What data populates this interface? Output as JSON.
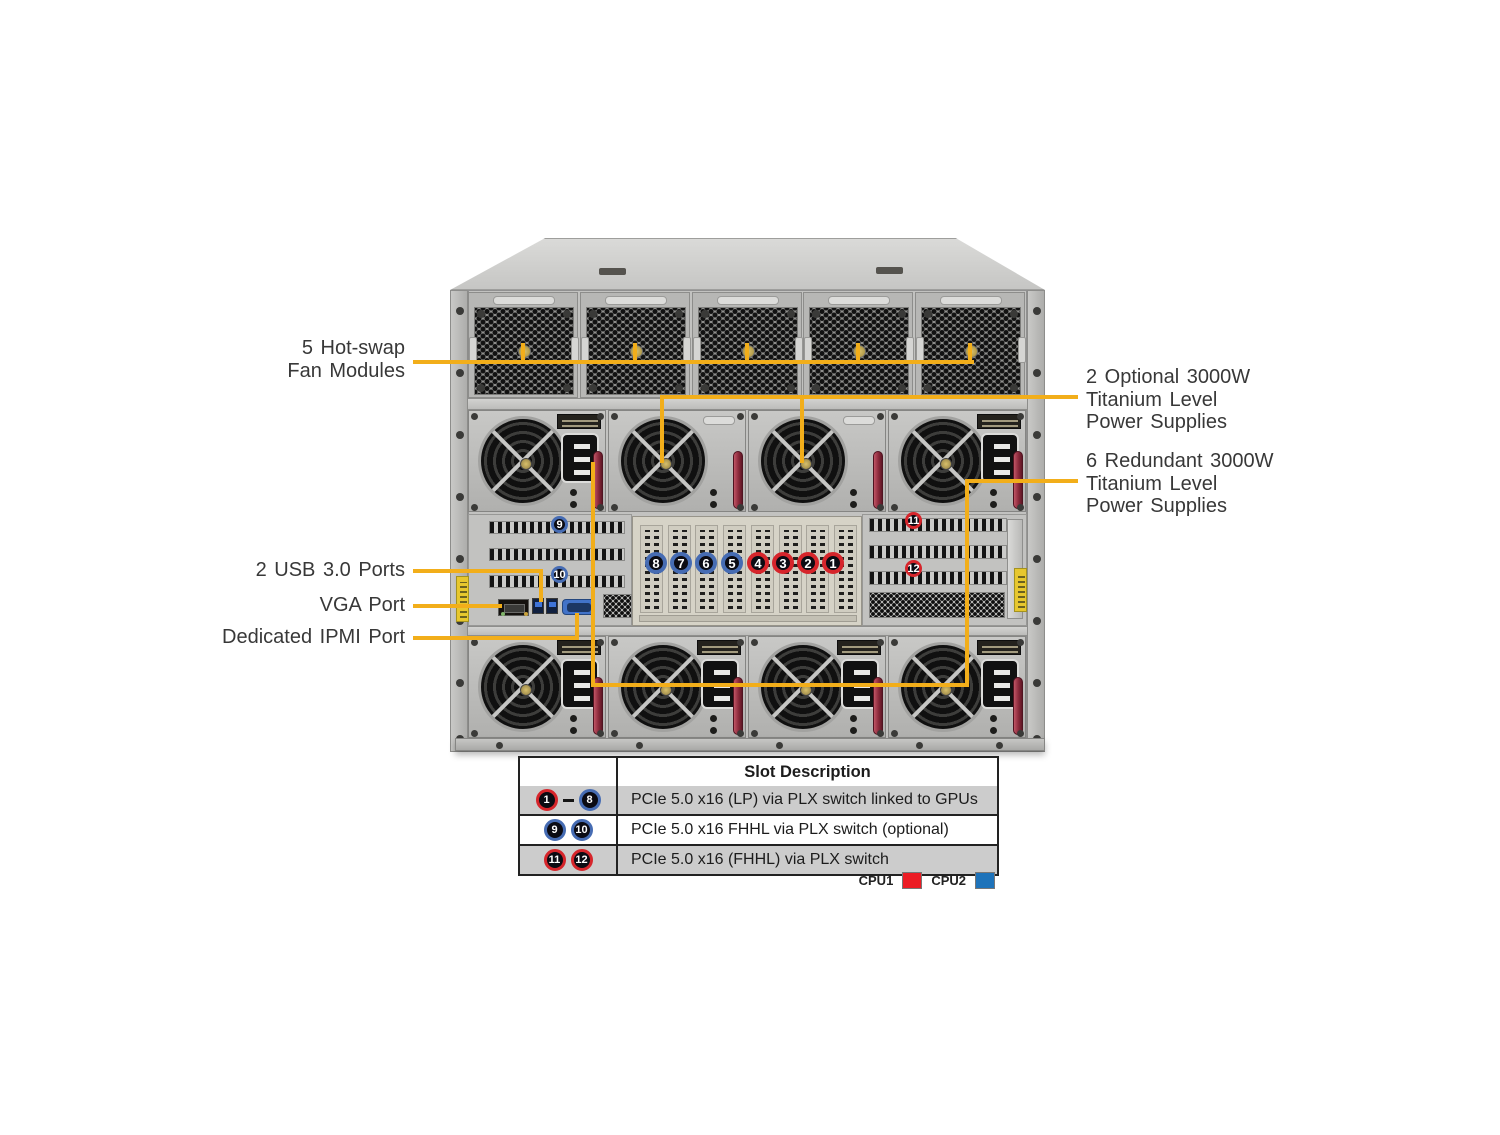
{
  "callouts": {
    "fans": [
      "5 Hot-swap",
      "Fan Modules"
    ],
    "optional_psu": [
      "2 Optional 3000W",
      "Titanium Level",
      "Power Supplies"
    ],
    "redundant_psu": [
      "6 Redundant 3000W",
      "Titanium Level",
      "Power Supplies"
    ],
    "usb": "2 USB 3.0 Ports",
    "vga": "VGA Port",
    "ipmi": "Dedicated IPMI Port"
  },
  "slots": {
    "center": [
      {
        "n": "8",
        "cpu": "blue"
      },
      {
        "n": "7",
        "cpu": "blue"
      },
      {
        "n": "6",
        "cpu": "blue"
      },
      {
        "n": "5",
        "cpu": "blue"
      },
      {
        "n": "4",
        "cpu": "red"
      },
      {
        "n": "3",
        "cpu": "red"
      },
      {
        "n": "2",
        "cpu": "red"
      },
      {
        "n": "1",
        "cpu": "red"
      }
    ],
    "left": [
      {
        "n": "9",
        "cpu": "blue"
      },
      {
        "n": "10",
        "cpu": "blue"
      }
    ],
    "right": [
      {
        "n": "11",
        "cpu": "red"
      },
      {
        "n": "12",
        "cpu": "red"
      }
    ]
  },
  "table": {
    "header": "Slot Description",
    "rows": [
      {
        "badges": [
          {
            "n": "1",
            "cpu": "red"
          },
          {
            "n": "8",
            "cpu": "blue"
          }
        ],
        "range": true,
        "desc": "PCIe 5.0 x16 (LP) via PLX switch linked to GPUs"
      },
      {
        "badges": [
          {
            "n": "9",
            "cpu": "blue"
          },
          {
            "n": "10",
            "cpu": "blue"
          }
        ],
        "range": false,
        "desc": "PCIe 5.0 x16 FHHL via PLX switch (optional)"
      },
      {
        "badges": [
          {
            "n": "11",
            "cpu": "red"
          },
          {
            "n": "12",
            "cpu": "red"
          }
        ],
        "range": false,
        "desc": "PCIe 5.0 x16 (FHHL) via PLX switch"
      }
    ]
  },
  "legend": [
    {
      "label": "CPU1",
      "color": "#ec1c24"
    },
    {
      "label": "CPU2",
      "color": "#1e73ba"
    }
  ],
  "colors": {
    "callout": "#f2ae1a",
    "badge_red": "#d6252b",
    "badge_blue": "#466cb3",
    "badge_fill": "#0b0b13"
  }
}
